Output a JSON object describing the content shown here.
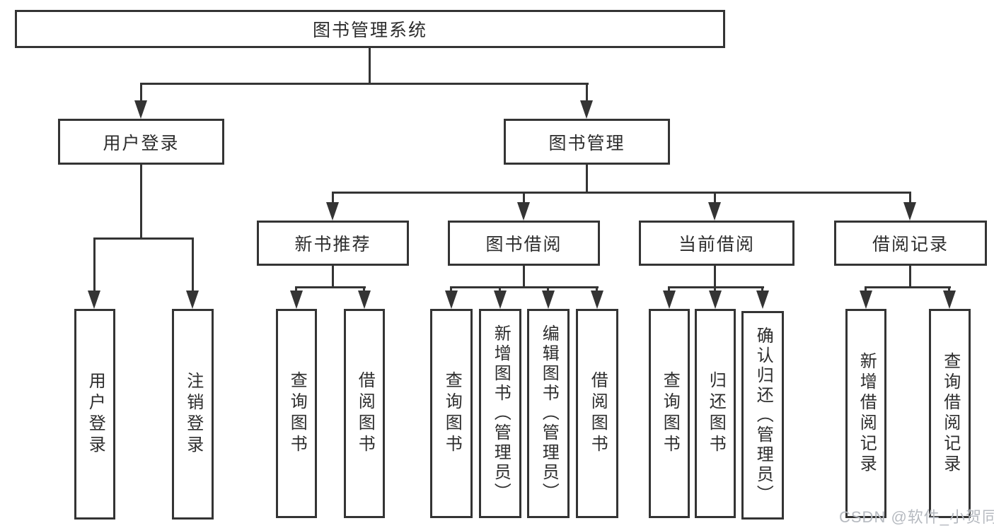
{
  "diagram": {
    "root": {
      "label": "图书管理系统"
    },
    "branches": [
      {
        "label": "用户登录",
        "children": [
          {
            "label": "用户登录"
          },
          {
            "label": "注销登录"
          }
        ]
      },
      {
        "label": "图书管理",
        "children": [
          {
            "label": "新书推荐",
            "children": [
              {
                "label": "查询图书"
              },
              {
                "label": "借阅图书"
              }
            ]
          },
          {
            "label": "图书借阅",
            "children": [
              {
                "label": "查询图书"
              },
              {
                "label": "新增图书（管理员）"
              },
              {
                "label": "编辑图书（管理员）"
              },
              {
                "label": "借阅图书"
              }
            ]
          },
          {
            "label": "当前借阅",
            "children": [
              {
                "label": "查询图书"
              },
              {
                "label": "归还图书"
              },
              {
                "label": "确认归还（管理员）"
              }
            ]
          },
          {
            "label": "借阅记录",
            "children": [
              {
                "label": "新增借阅记录"
              },
              {
                "label": "查询借阅记录"
              }
            ]
          }
        ]
      }
    ]
  },
  "watermark": {
    "text": "CSDN @软件_小贺同学"
  },
  "colors": {
    "line": "#343434",
    "text": "#2d2d2d",
    "background": "#ffffff",
    "watermark": "#b6bac0"
  }
}
